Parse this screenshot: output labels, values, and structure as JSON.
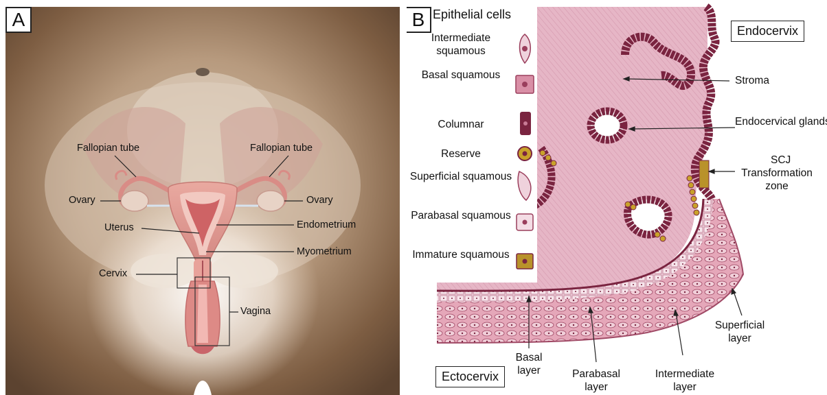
{
  "panel_a": {
    "label": "A",
    "labels": {
      "fallopian_left": "Fallopian tube",
      "fallopian_right": "Fallopian tube",
      "ovary_left": "Ovary",
      "ovary_right": "Ovary",
      "uterus": "Uterus",
      "endometrium": "Endometrium",
      "myometrium": "Myometrium",
      "cervix": "Cervix",
      "vagina": "Vagina"
    }
  },
  "panel_b": {
    "label": "B",
    "legend": {
      "title": "Epithelial cells",
      "items": [
        {
          "name": "Intermediate squamous",
          "icon": "intermediate-squamous-cell-icon"
        },
        {
          "name": "Basal squamous",
          "icon": "basal-squamous-cell-icon"
        },
        {
          "name": "Columnar",
          "icon": "columnar-cell-icon"
        },
        {
          "name": "Reserve",
          "icon": "reserve-cell-icon"
        },
        {
          "name": "Superficial squamous",
          "icon": "superficial-squamous-cell-icon"
        },
        {
          "name": "Parabasal squamous",
          "icon": "parabasal-squamous-cell-icon"
        },
        {
          "name": "Immature squamous",
          "icon": "immature-squamous-cell-icon"
        }
      ]
    },
    "endocervix": "Endocervix",
    "ectocervix": "Ectocervix",
    "stroma": "Stroma",
    "endocervical_glands": "Endocervical glands",
    "scj": "SCJ",
    "transformation_zone": "Transformation zone",
    "superficial_layer": "Superficial layer",
    "basal_layer": "Basal layer",
    "parabasal_layer": "Parabasal layer",
    "intermediate_layer": "Intermediate layer"
  },
  "colors": {
    "skin_dark": "#6e5238",
    "skin_light": "#c9b29a",
    "stroma": "#e4b3c4",
    "gland": "#7a2440",
    "gland_light": "#a8506a",
    "reserve": "#c9a22a",
    "epithelium": "#d4889e",
    "tissue_red": "#c9505a"
  }
}
